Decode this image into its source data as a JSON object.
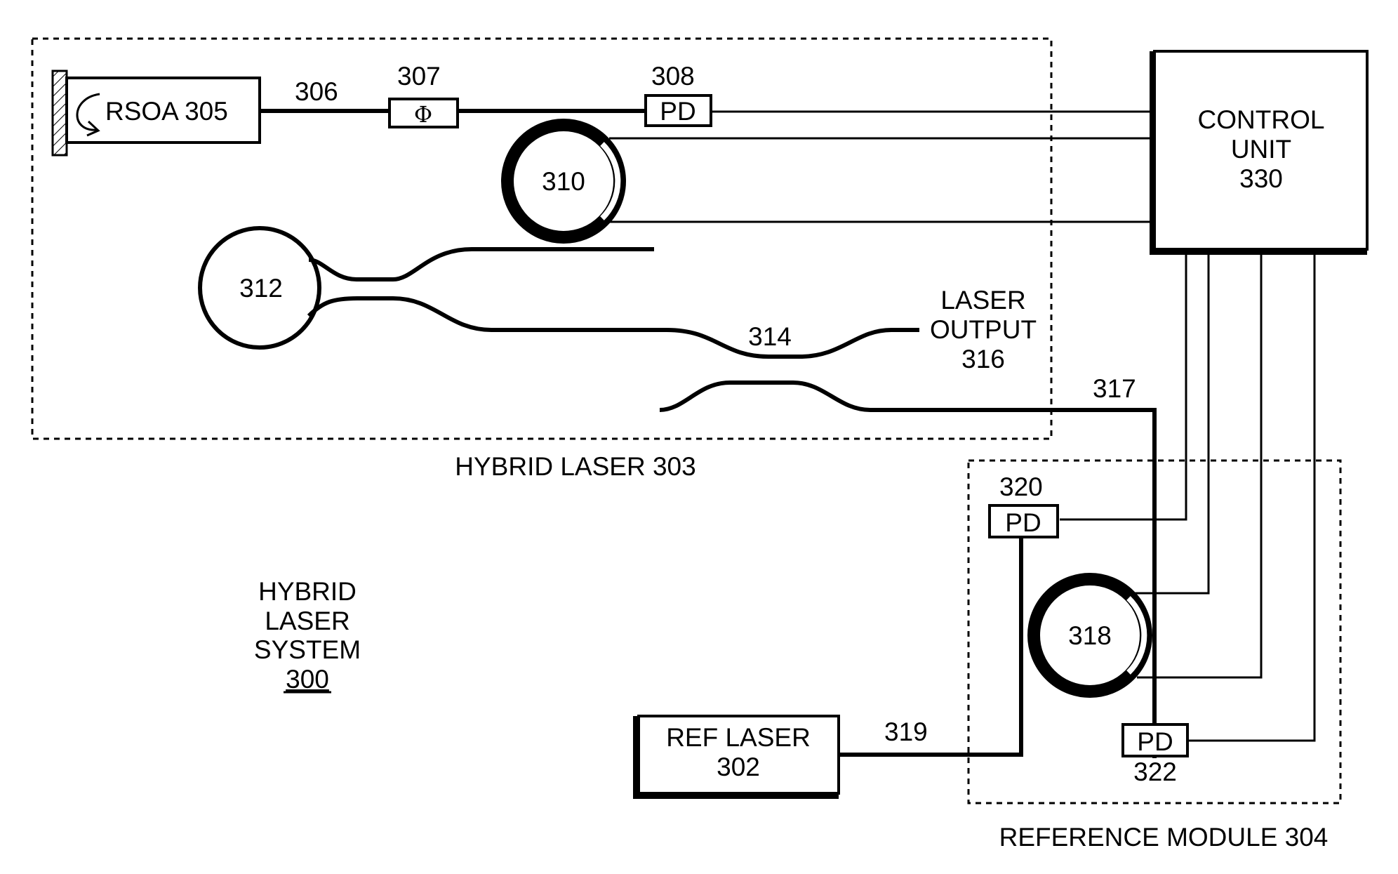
{
  "labels": {
    "rsoa": "RSOA 305",
    "waveguide_306": "306",
    "phase_307": "307",
    "phase_symbol": "Φ",
    "pd_308_ref": "308",
    "pd_308_text": "PD",
    "ring_310": "310",
    "ring_312": "312",
    "coupler_314": "314",
    "laser_output_line1": "LASER",
    "laser_output_line2": "OUTPUT",
    "laser_output_line3": "316",
    "waveguide_317": "317",
    "control_line1": "CONTROL",
    "control_line2": "UNIT",
    "control_line3": "330",
    "hybrid_laser_303": "HYBRID LASER 303",
    "pd_320_ref": "320",
    "pd_320_text": "PD",
    "ring_318": "318",
    "pd_322_text": "PD",
    "pd_322_ref": "322",
    "waveguide_319": "319",
    "ref_laser_line1": "REF LASER",
    "ref_laser_line2": "302",
    "system_line1": "HYBRID",
    "system_line2": "LASER",
    "system_line3": "SYSTEM",
    "system_line4": "300",
    "reference_module": "REFERENCE MODULE 304"
  }
}
